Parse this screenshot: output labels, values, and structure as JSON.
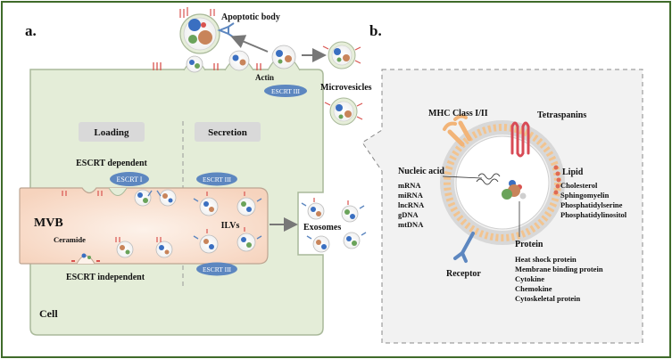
{
  "panel_a": {
    "letter": "a.",
    "apoptotic_body": "Apoptotic body",
    "actin": "Actin",
    "escrt3_top": "ESCRT III",
    "microvesicles": "Microvesicles",
    "loading": "Loading",
    "secretion": "Secretion",
    "escrt_dependent": "ESCRT dependent",
    "escrt1": "ESCRT I",
    "escrt3_mid": "ESCRT III",
    "mvb": "MVB",
    "ilvs": "ILVs",
    "ceramide": "Ceramide",
    "escrt3_bottom": "ESCRT III",
    "escrt_independent": "ESCRT independent",
    "exosomes": "Exosomes",
    "cell": "Cell"
  },
  "panel_b": {
    "letter": "b.",
    "mhc": "MHC Class I/II",
    "tetraspanins": "Tetraspanins",
    "nucleic_acid": {
      "title": "Nucleic acid",
      "items": [
        "mRNA",
        "miRNA",
        "lncRNA",
        "gDNA",
        "mtDNA"
      ]
    },
    "lipid": {
      "title": "Lipid",
      "items": [
        "Cholesterol",
        "Sphingomyelin",
        "Phosphatidylserine",
        "Phosphatidylinositol"
      ]
    },
    "protein": {
      "title": "Protein",
      "items": [
        "Heat shock protein",
        "Membrane binding protein",
        "Cytokine",
        "Chemokine",
        "Cytoskeletal protein"
      ]
    },
    "receptor": "Receptor"
  },
  "colors": {
    "frame": "#3f6b2a",
    "cell_fill": "#e4edd8",
    "cell_stroke": "#a9b99a",
    "mvb_fill": "#f8dcc8",
    "escrt_fill": "#5d87c0",
    "label_box": "#d9d9d9",
    "membrane": "#f2c490",
    "red_marker": "#d9534f",
    "tetraspanin": "#d84a55"
  }
}
